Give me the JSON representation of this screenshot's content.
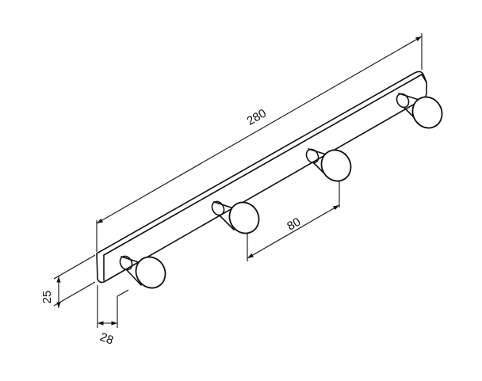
{
  "drawing": {
    "subject": "hook-rail",
    "hooks_count": 4,
    "dimensions": {
      "length": "280",
      "hook_spacing": "80",
      "height": "25",
      "depth": "28"
    }
  }
}
